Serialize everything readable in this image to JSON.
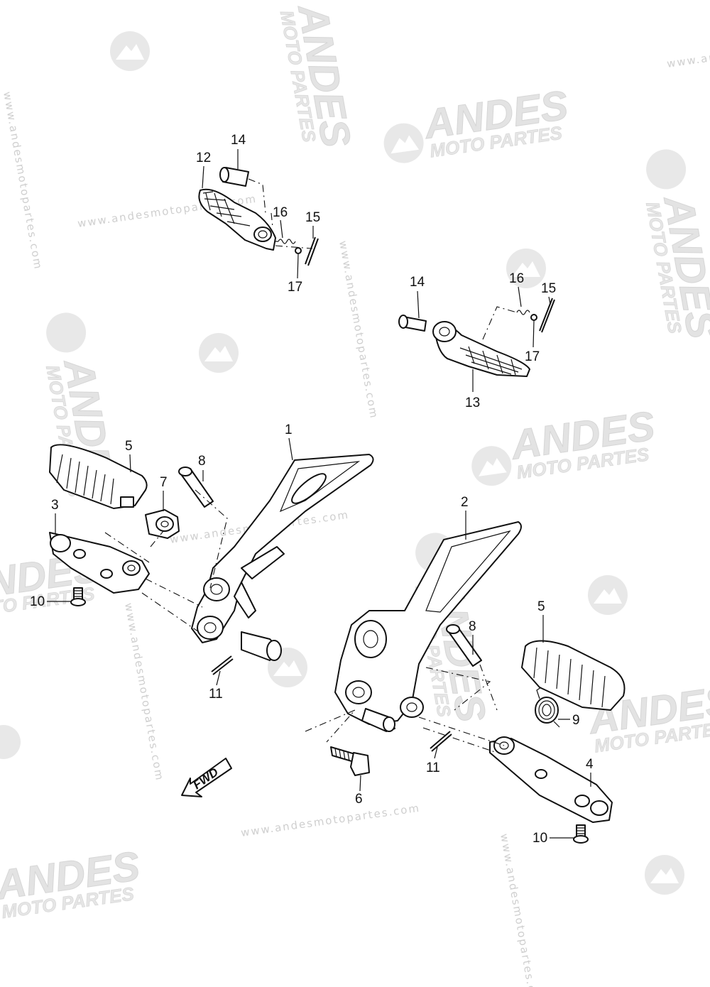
{
  "watermark": {
    "brand": "ANDES",
    "sub": "MOTO PARTES",
    "url": "www.andesmotopartes.com"
  },
  "direction_label": "FWD",
  "callouts": {
    "c1": "1",
    "c2": "2",
    "c3": "3",
    "c4": "4",
    "c5a": "5",
    "c5b": "5",
    "c6": "6",
    "c7": "7",
    "c8a": "8",
    "c8b": "8",
    "c9": "9",
    "c10a": "10",
    "c10b": "10",
    "c11a": "11",
    "c11b": "11",
    "c12": "12",
    "c13": "13",
    "c14a": "14",
    "c14b": "14",
    "c15a": "15",
    "c15b": "15",
    "c16a": "16",
    "c16b": "16",
    "c17a": "17",
    "c17b": "17"
  }
}
